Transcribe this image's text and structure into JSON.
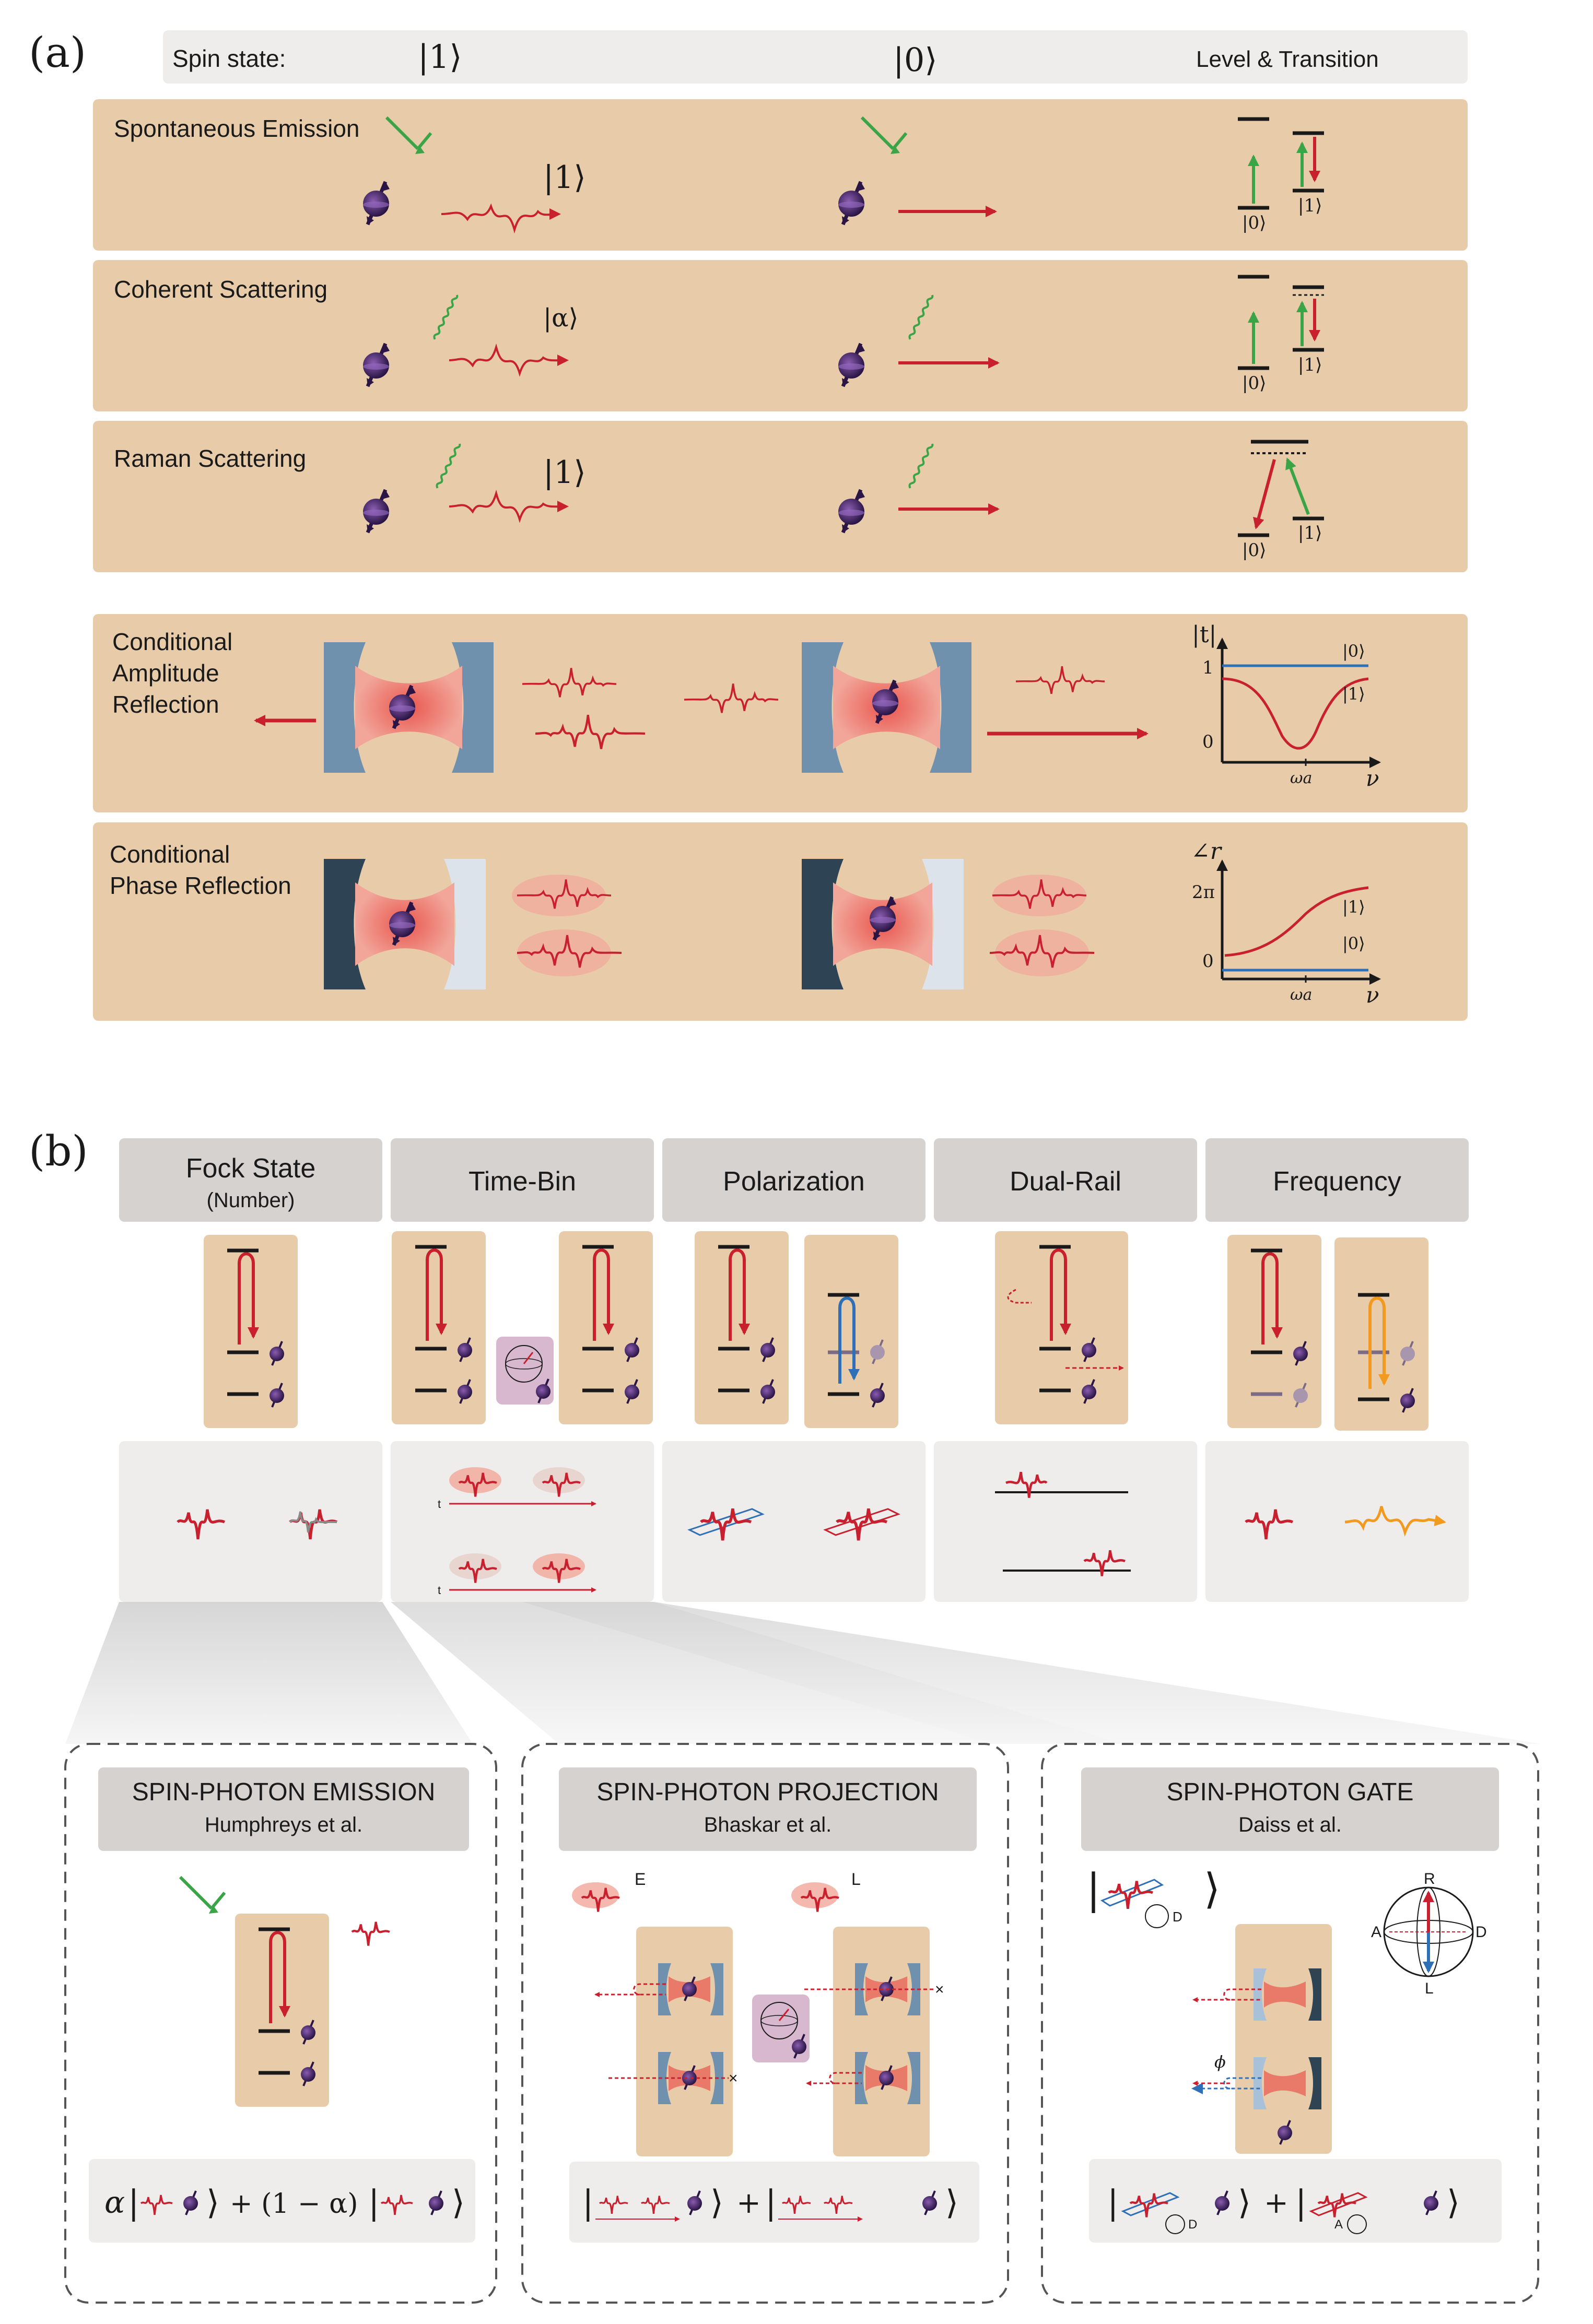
{
  "panel_a": {
    "label": "(a)",
    "header": {
      "spin_state": "Spin state:",
      "ket1": "|1⟩",
      "ket0": "|0⟩",
      "level": "Level & Transition"
    },
    "rows": [
      {
        "title": "Spontaneous Emission",
        "photon_ket": "|1⟩"
      },
      {
        "title": "Coherent Scattering",
        "photon_ket": "|α⟩"
      },
      {
        "title": "Raman Scattering",
        "photon_ket": "|1⟩"
      }
    ],
    "level_kets": {
      "k0": "|0⟩",
      "k1": "|1⟩"
    },
    "amplitude": {
      "title_lines": [
        "Conditional",
        "Amplitude",
        "Reflection"
      ],
      "plot": {
        "ylabel": "|t|",
        "y1": "1",
        "y0": "0",
        "x_marker": "ωa",
        "xlabel": "ν",
        "curve0": "|0⟩",
        "curve1": "|1⟩"
      }
    },
    "phase": {
      "title_lines": [
        "Conditional",
        "Phase Reflection"
      ],
      "plot": {
        "ylabel": "∠r",
        "y2pi": "2π",
        "y0": "0",
        "x_marker": "ωa",
        "xlabel": "ν",
        "curve0": "|0⟩",
        "curve1": "|1⟩"
      }
    }
  },
  "panel_b": {
    "label": "(b)",
    "encodings": [
      {
        "title": "Fock State",
        "subtitle": "(Number)"
      },
      {
        "title": "Time-Bin",
        "subtitle": ""
      },
      {
        "title": "Polarization",
        "subtitle": ""
      },
      {
        "title": "Dual-Rail",
        "subtitle": ""
      },
      {
        "title": "Frequency",
        "subtitle": ""
      }
    ],
    "time_axis": "t",
    "protocols": [
      {
        "title": "SPIN-PHOTON EMISSION",
        "ref": "Humphreys et al.",
        "state": {
          "alpha": "α",
          "plus": "+ (1 − α)"
        }
      },
      {
        "title": "SPIN-PHOTON PROJECTION",
        "ref": "Bhaskar et al.",
        "bins": {
          "early": "E",
          "late": "L"
        },
        "state": {
          "plus": "+"
        }
      },
      {
        "title": "SPIN-PHOTON GATE",
        "ref": "Daiss et al.",
        "sphere": {
          "r": "R",
          "l": "L",
          "a": "A",
          "d": "D"
        },
        "phi": "ϕ",
        "state": {
          "plus": "+"
        }
      }
    ]
  },
  "colors": {
    "panel": "#e8ccaa",
    "header_grey": "#d5d2cf",
    "light_grey": "#efedec",
    "red": "#c8202e",
    "green": "#3aa446",
    "blue": "#2f6fb5",
    "orange": "#f29a1f",
    "purple": "#4a2a6a",
    "mirror_blue": "#6f91ad",
    "mirror_dark": "#2e4455",
    "mirror_light": "#dde3ea"
  }
}
